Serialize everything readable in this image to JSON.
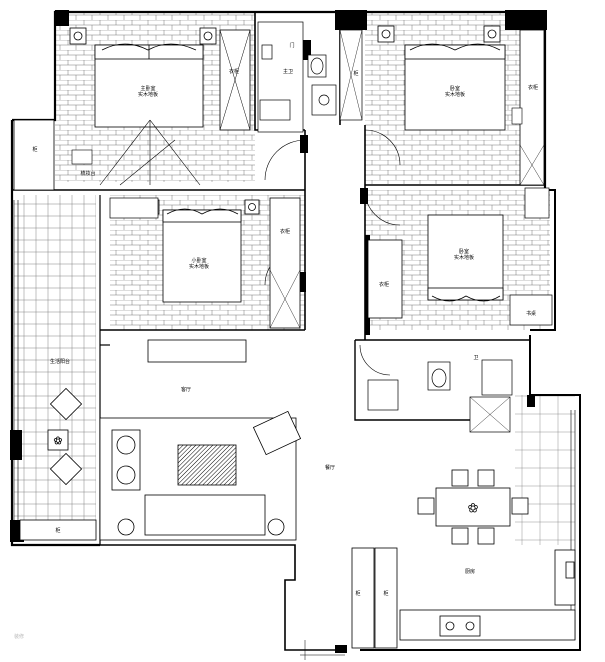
{
  "labels": {
    "master_bedroom": "主卧室",
    "master_bedroom_floor": "实木地板",
    "master_wardrobe": "衣柜",
    "master_bath": "主卫",
    "master_bath_door": "门",
    "kitchen_cabinet": "柜",
    "bedroom_left_top": "卧室",
    "bedroom_left_top_floor": "实木地板",
    "bedroom_left_top_wardrobe": "衣柜",
    "dressing": "梳妆台",
    "small_bedroom": "小卧室",
    "small_bedroom_floor": "实木地板",
    "small_bedroom_wardrobe": "衣柜",
    "bedroom_right_bottom": "卧室",
    "bedroom_right_bottom_floor": "实木地板",
    "bedroom_right_bottom_wardrobe": "衣柜",
    "bedroom_right_bottom_desk": "书桌",
    "public_bath": "卫",
    "living_room": "客厅",
    "dining": "餐厅",
    "kitchen": "厨房",
    "balcony": "生活阳台",
    "entry_cabinet": "柜",
    "tv_cabinet": "柜",
    "shoe_cabinet": "柜",
    "storage": "柜"
  },
  "watermark": "装修"
}
